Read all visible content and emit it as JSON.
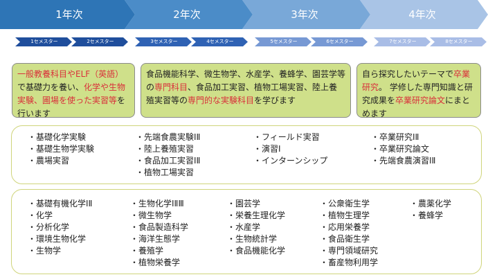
{
  "years": [
    "1年次",
    "2年次",
    "3年次",
    "4年次"
  ],
  "semesters": [
    "1セメスター",
    "2セメスター",
    "3セメスター",
    "4セメスター",
    "5セメスター",
    "6セメスター",
    "7セメスター",
    "8セメスター"
  ],
  "colors": {
    "year_arrows": [
      "#2e75b6",
      "#4b8cc8",
      "#79a8d8",
      "#a9c4e6"
    ],
    "semester_arrows": [
      "#1f4e9c",
      "#1f4e9c",
      "#2f62b4",
      "#2f62b4",
      "#7799d4",
      "#7799d4",
      "#a9bde6",
      "#a9bde6"
    ],
    "description_box": "#cfe08a",
    "highlight": "#d9303a",
    "frame_border": "#cfd47a"
  },
  "descriptions": [
    {
      "segments": [
        {
          "text": "一般教養科目やELF（英語）",
          "highlight": true
        },
        {
          "text": "で基礎力を養い、",
          "highlight": false
        },
        {
          "text": "化学や生物実験、圃場を使った実習等",
          "highlight": true
        },
        {
          "text": "を行います",
          "highlight": false
        }
      ]
    },
    {
      "segments": [
        {
          "text": "食品機能科学、微生物学、水産学、養蜂学、園芸学等の",
          "highlight": false
        },
        {
          "text": "専門科目",
          "highlight": true
        },
        {
          "text": "、食品加工実習、植物工場実習、陸上養殖実習等の",
          "highlight": false
        },
        {
          "text": "専門的な実験科目",
          "highlight": true
        },
        {
          "text": "を学びます",
          "highlight": false
        }
      ]
    },
    {
      "segments": [
        {
          "text": "自ら探究したいテーマで",
          "highlight": false
        },
        {
          "text": "卒業研究",
          "highlight": true
        },
        {
          "text": "。 学修した専門知識と研究成果を",
          "highlight": false
        },
        {
          "text": "卒業研究論文",
          "highlight": true
        },
        {
          "text": "にまとめます",
          "highlight": false
        }
      ]
    }
  ],
  "practical_courses": [
    [
      "基礎化学実験",
      "基礎生物学実験",
      "農場実習"
    ],
    [
      "先端食農実験ⅠⅡ",
      "陸上養殖実習",
      "食品加工実習ⅠⅡ",
      "植物工場実習"
    ],
    [
      "フィールド実習",
      "演習Ⅰ",
      "インターンシップ"
    ],
    [
      "卒業研究ⅠⅡ",
      "卒業研究論文",
      "先端食農演習ⅠⅡ"
    ]
  ],
  "lecture_courses": [
    [
      "基礎有機化学ⅠⅡ",
      "化学",
      "分析化学",
      "環境生物化学",
      "生物学"
    ],
    [
      "生物化学ⅠⅡⅢ",
      "微生物学",
      "食品製造科学",
      "海洋生態学",
      "養殖学",
      "植物栄養学"
    ],
    [
      "園芸学",
      "栄養生理化学",
      "水産学",
      "生物統計学",
      "食品機能化学"
    ],
    [
      "公衆衛生学",
      "植物生理学",
      "応用栄養学",
      "食品衛生学",
      "専門領域研究",
      "畜産物利用学"
    ],
    [
      "農薬化学",
      "養蜂学"
    ]
  ]
}
